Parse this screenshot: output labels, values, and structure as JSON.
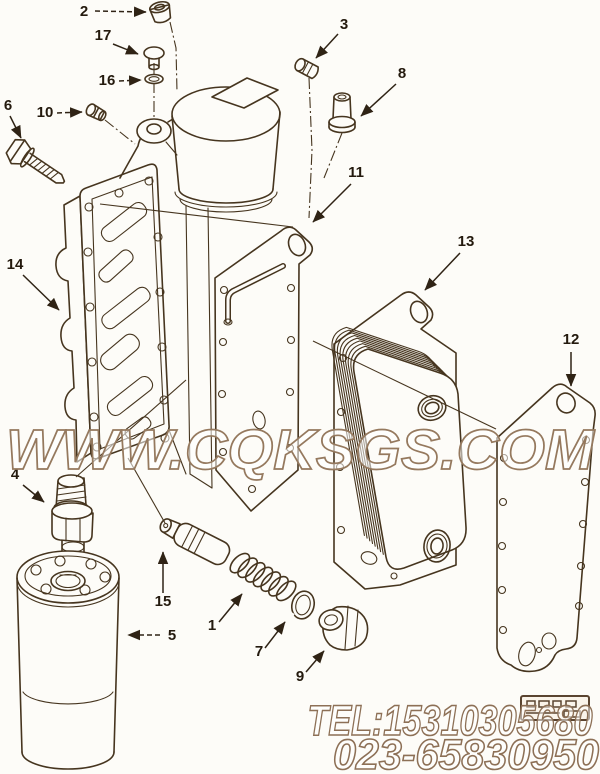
{
  "watermark": {
    "text": "WWW.CQKSGS.COM"
  },
  "contact": {
    "line1": "TEL:15310305680",
    "line2": "023-65830950"
  },
  "callouts": {
    "c1": "1",
    "c2": "2",
    "c3": "3",
    "c4": "4",
    "c5": "5",
    "c6": "6",
    "c7": "7",
    "c8": "8",
    "c9": "9",
    "c10": "10",
    "c11": "11",
    "c12": "12",
    "c13": "13",
    "c14": "14",
    "c15": "15",
    "c16": "16",
    "c17": "17"
  },
  "colors": {
    "line_art": "#46351f",
    "watermark_outline": "#95795e",
    "background": "#fdfcf8"
  }
}
